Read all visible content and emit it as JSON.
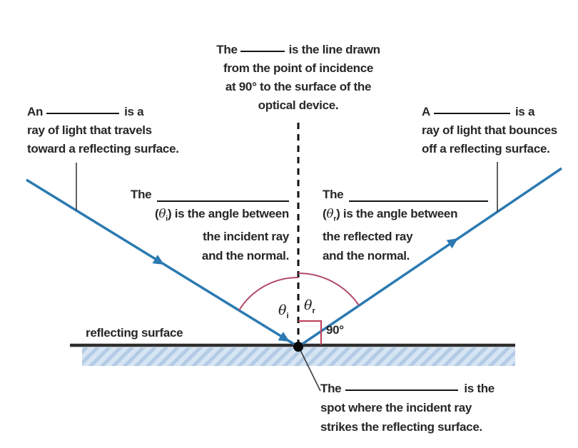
{
  "diagram": {
    "title_semantic": "law of reflection fill-in-the-blank diagram",
    "colors": {
      "ray_blue": "#2b7ab2",
      "arc_crimson": "#b14b66",
      "right_angle_red": "#c0455f",
      "surface_line": "#2e2e2e",
      "surface_band_fill": "#d6e5f4",
      "surface_hatch": "#b3cbe4",
      "text": "#272727"
    },
    "labels": {
      "surface": "reflecting surface",
      "right_angle": "90°",
      "theta_i": {
        "symbol": "θ",
        "sub": "i"
      },
      "theta_r": {
        "symbol": "θ",
        "sub": "r"
      }
    },
    "annotations": {
      "normal": {
        "pre": "The",
        "post": "is the line drawn",
        "lines": [
          "from the point of incidence",
          "at 90° to the surface of the",
          "optical device."
        ]
      },
      "incident": {
        "pre": "An",
        "post": "is a",
        "lines": [
          "ray of light that travels",
          "toward a reflecting surface."
        ]
      },
      "reflected": {
        "pre": "A",
        "post": "is a",
        "lines": [
          "ray of light that bounces",
          "off a reflecting surface."
        ]
      },
      "angle_incidence": {
        "pre": "The",
        "open": "(",
        "theta": "θ",
        "sub": "i",
        "rest": ") is the angle between",
        "lines": [
          "the incident ray",
          "and the normal."
        ]
      },
      "angle_reflection": {
        "pre": "The",
        "open": "(",
        "theta": "θ",
        "sub": "r",
        "rest": ") is the angle between",
        "lines": [
          "the reflected ray",
          "and the normal."
        ]
      },
      "point_of_incidence": {
        "pre": "The",
        "post": "is the",
        "lines": [
          "spot where the incident ray",
          "strikes the reflecting surface."
        ]
      }
    }
  }
}
